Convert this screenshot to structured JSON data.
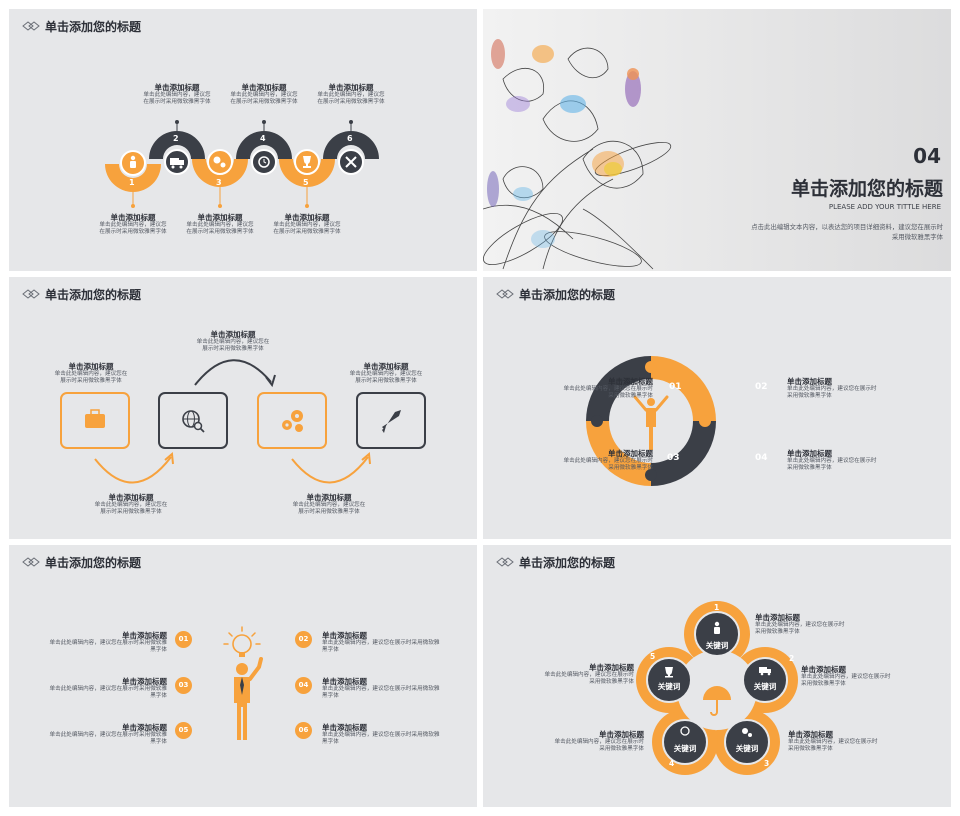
{
  "colors": {
    "accent": "#f7a23d",
    "dark": "#3b3f47",
    "slide_bg": "#e6e7e9"
  },
  "slide1": {
    "title": "单击添加您的标题",
    "steps": [
      {
        "num": "1",
        "icon": "person-icon",
        "head": "单击添加标题",
        "body": "单击此处编辑内容，建议您在展示时采用微软雅黑字体"
      },
      {
        "num": "2",
        "icon": "truck-icon",
        "head": "单击添加标题",
        "body": "单击此处编辑内容，建议您在展示时采用微软雅黑字体"
      },
      {
        "num": "3",
        "icon": "gears-icon",
        "head": "单击添加标题",
        "body": "单击此处编辑内容，建议您在展示时采用微软雅黑字体"
      },
      {
        "num": "4",
        "icon": "clock-icon",
        "head": "单击添加标题",
        "body": "单击此处编辑内容，建议您在展示时采用微软雅黑字体"
      },
      {
        "num": "5",
        "icon": "trophy-icon",
        "head": "单击添加标题",
        "body": "单击此处编辑内容，建议您在展示时采用微软雅黑字体"
      },
      {
        "num": "6",
        "icon": "tools-icon",
        "head": "单击添加标题",
        "body": "单击此处编辑内容，建议您在展示时采用微软雅黑字体"
      }
    ]
  },
  "slide2": {
    "number": "04",
    "title": "单击添加您的标题",
    "subtitle": "PLEASE ADD YOUR TITTLE HERE",
    "body": "点击此出编辑文本内容，以表达您的项目详细资料，建议您在展示时采用微软雅黑字体"
  },
  "slide3": {
    "title": "单击添加您的标题",
    "items": [
      {
        "icon": "briefcase-icon",
        "head": "单击添加标题",
        "body": "单击此处编辑内容，建议您在展示时采用微软雅黑字体"
      },
      {
        "icon": "global-search-icon",
        "head": "单击添加标题",
        "body": "单击此处编辑内容，建议您在展示时采用微软雅黑字体"
      },
      {
        "icon": "gears-icon",
        "head": "单击添加标题",
        "body": "单击此处编辑内容，建议您在展示时采用微软雅黑字体"
      },
      {
        "icon": "rocket-icon",
        "head": "单击添加标题",
        "body": "单击此处编辑内容，建议您在展示时采用微软雅黑字体"
      }
    ]
  },
  "slide4": {
    "title": "单击添加您的标题",
    "segments": [
      {
        "num": "01",
        "head": "单击添加标题",
        "body": "单击此处编辑内容，建议您在展示时采用微软雅黑字体"
      },
      {
        "num": "02",
        "head": "单击添加标题",
        "body": "单击此处编辑内容，建议您在展示时采用微软雅黑字体"
      },
      {
        "num": "03",
        "head": "单击添加标题",
        "body": "单击此处编辑内容，建议您在展示时采用微软雅黑字体"
      },
      {
        "num": "04",
        "head": "单击添加标题",
        "body": "单击此处编辑内容，建议您在展示时采用微软雅黑字体"
      }
    ]
  },
  "slide5": {
    "title": "单击添加您的标题",
    "items": [
      {
        "num": "01",
        "head": "单击添加标题",
        "body": "单击此处编辑内容，建议您在展示时采用微软雅黑字体"
      },
      {
        "num": "02",
        "head": "单击添加标题",
        "body": "单击此处编辑内容，建议您在展示时采用微软雅黑字体"
      },
      {
        "num": "03",
        "head": "单击添加标题",
        "body": "单击此处编辑内容，建议您在展示时采用微软雅黑字体"
      },
      {
        "num": "04",
        "head": "单击添加标题",
        "body": "单击此处编辑内容，建议您在展示时采用微软雅黑字体"
      },
      {
        "num": "05",
        "head": "单击添加标题",
        "body": "单击此处编辑内容，建议您在展示时采用微软雅黑字体"
      },
      {
        "num": "06",
        "head": "单击添加标题",
        "body": "单击此处编辑内容，建议您在展示时采用微软雅黑字体"
      }
    ]
  },
  "slide6": {
    "title": "单击添加您的标题",
    "keyword": "关键词",
    "nodes": [
      {
        "num": "1",
        "icon": "person-icon",
        "head": "单击添加标题",
        "body": "单击此处编辑内容，建议您在展示时采用微软雅黑字体"
      },
      {
        "num": "2",
        "icon": "truck-icon",
        "head": "单击添加标题",
        "body": "单击此处编辑内容，建议您在展示时采用微软雅黑字体"
      },
      {
        "num": "3",
        "icon": "gears-icon",
        "head": "单击添加标题",
        "body": "单击此处编辑内容，建议您在展示时采用微软雅黑字体"
      },
      {
        "num": "4",
        "icon": "clock-icon",
        "head": "单击添加标题",
        "body": "单击此处编辑内容，建议您在展示时采用微软雅黑字体"
      },
      {
        "num": "5",
        "icon": "trophy-icon",
        "head": "单击添加标题",
        "body": "单击此处编辑内容，建议您在展示时采用微软雅黑字体"
      }
    ]
  }
}
